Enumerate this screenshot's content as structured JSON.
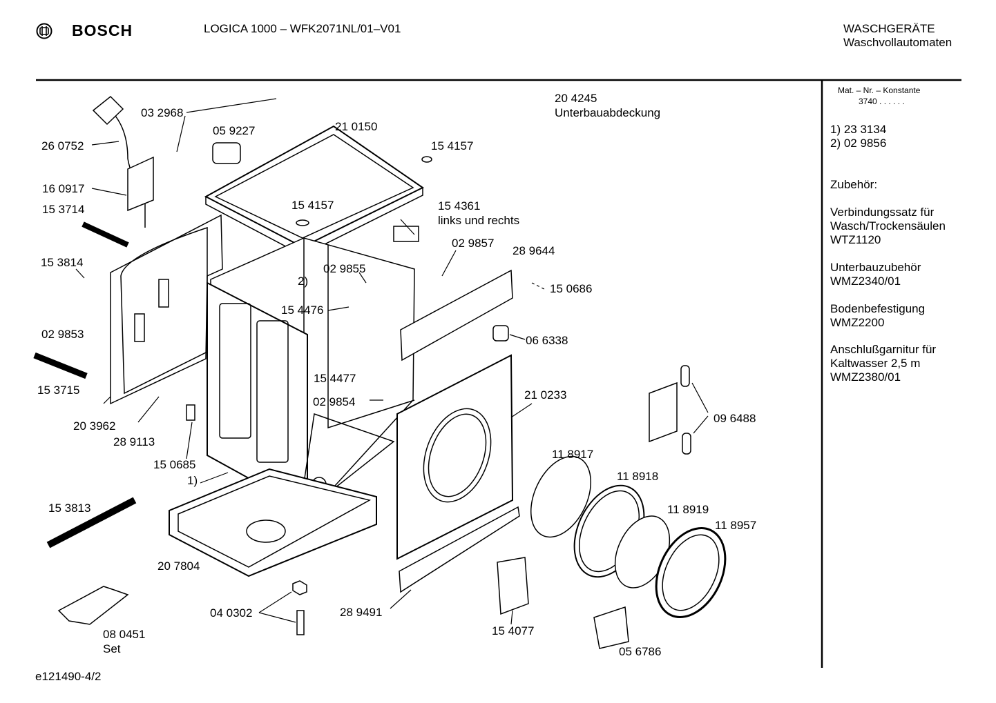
{
  "header": {
    "brand": "BOSCH",
    "model": "LOGICA 1000 – WFK2071NL/01–V01",
    "category_line1": "WASCHGERÄTE",
    "category_line2": "Waschvollautomaten"
  },
  "sidebar": {
    "mat_label": "Mat. – Nr. – Konstante",
    "mat_value": "3740  .  .  .  .  .  .",
    "notes": [
      "1)  23 3134",
      "2)  02 9856"
    ],
    "accessories_title": "Zubehör:",
    "accessories": [
      [
        "Verbindungssatz für",
        "Wasch/Trockensäulen",
        "WTZ1120"
      ],
      [
        "Unterbauzubehör",
        "WMZ2340/01"
      ],
      [
        "Bodenbefestigung",
        "WMZ2200"
      ],
      [
        "Anschlußgarnitur für",
        "Kaltwasser 2,5 m",
        "WMZ2380/01"
      ]
    ]
  },
  "parts": {
    "p032968": "03 2968",
    "p059227": "05 9227",
    "p210150": "21 0150",
    "p204245": "20 4245",
    "p204245_desc": "Unterbauabdeckung",
    "p260752": "26 0752",
    "p154157a": "15 4157",
    "p160917": "16 0917",
    "p153714": "15 3714",
    "p154157b": "15 4157",
    "p154361": "15 4361",
    "p154361_desc": "links und rechts",
    "p029857": "02 9857",
    "p289644": "28 9644",
    "p153814": "15 3814",
    "p029855": "02 9855",
    "note2": "2)",
    "p150686": "15 0686",
    "p154476": "15 4476",
    "p029853": "02 9853",
    "p066338": "06 6338",
    "p154477": "15 4477",
    "p153715": "15 3715",
    "p210233": "21 0233",
    "p029854": "02 9854",
    "p096488": "09 6488",
    "p203962": "20 3962",
    "p289113": "28 9113",
    "p118917": "11 8917",
    "p150685": "15 0685",
    "p118918": "11 8918",
    "note1": "1)",
    "p153813": "15 3813",
    "p118919": "11 8919",
    "p118957": "11 8957",
    "p207804": "20 7804",
    "p040302": "04 0302",
    "p289491": "28 9491",
    "p080451": "08 0451",
    "p080451_desc": "Set",
    "p154077": "15 4077",
    "p056786": "05 6786"
  },
  "footer": {
    "drawing_id": "e121490-4/2"
  }
}
